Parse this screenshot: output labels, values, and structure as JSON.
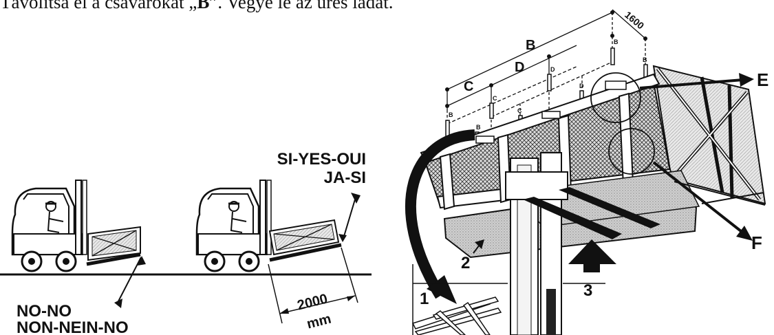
{
  "header": {
    "instruction_prefix": "Távolítsa el a csavarokat „",
    "instruction_bold": "B",
    "instruction_suffix": "”. Vegye le az üres ládát."
  },
  "left_panel": {
    "ok_label_line1": "SI-YES-OUI",
    "ok_label_line2": "JA-SI",
    "no_label_line1": "NO-NO",
    "no_label_line2": "NON-NEIN-NO",
    "distance_value": "2000",
    "distance_unit": "mm"
  },
  "right_panel": {
    "dimension_B": "B",
    "dimension_C": "C",
    "dimension_D": "D",
    "dimension_top": "1600",
    "bolt_label_B": "B",
    "bolt_label_C": "C",
    "bolt_label_D": "D",
    "callout_E": "E",
    "callout_F": "F",
    "step_1": "1",
    "step_2": "2",
    "step_3": "3"
  }
}
